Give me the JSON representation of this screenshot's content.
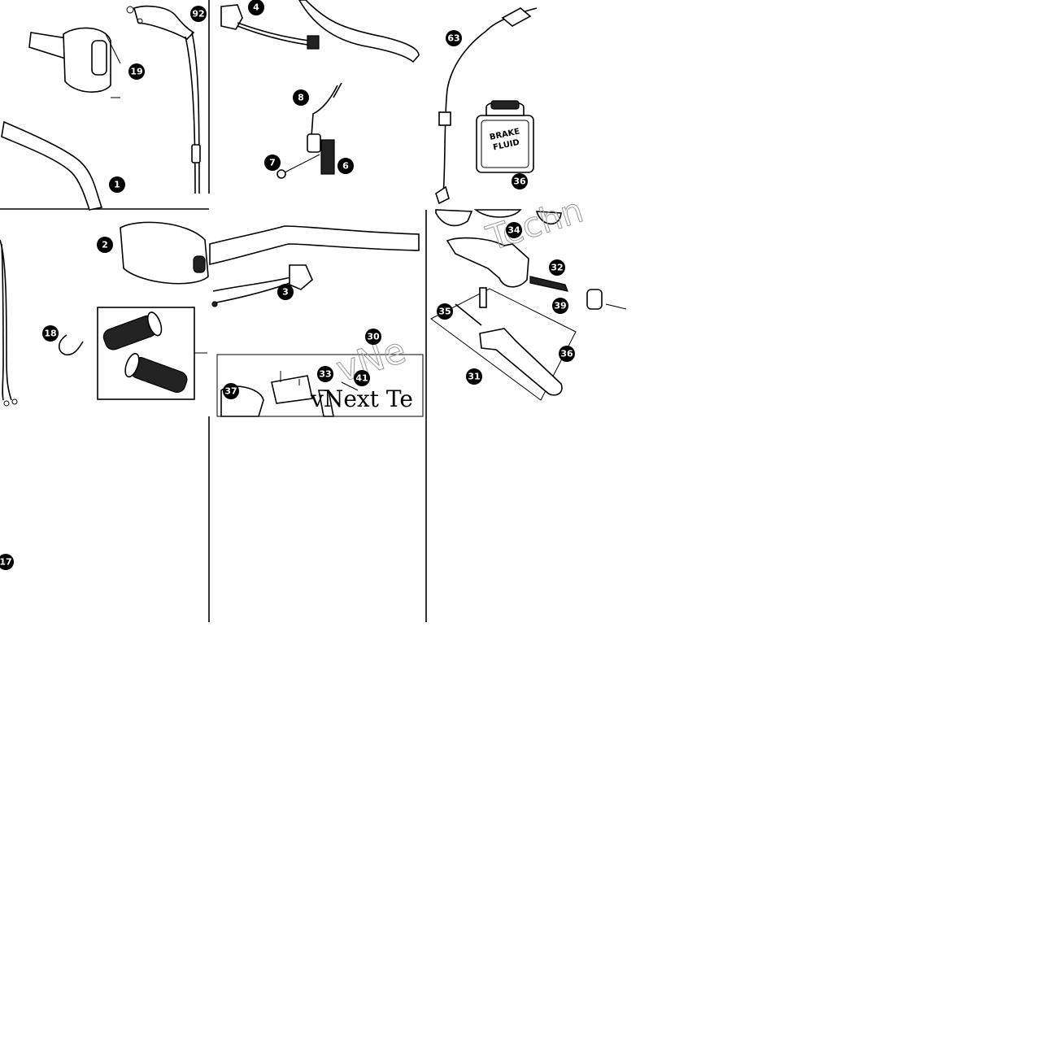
{
  "callouts": {
    "c1": "1",
    "c2": "2",
    "c3": "3",
    "c4": "4",
    "c6": "6",
    "c7": "7",
    "c8": "8",
    "c17": "17",
    "c18": "18",
    "c19": "19",
    "c30": "30",
    "c31": "31",
    "c32": "32",
    "c33": "33",
    "c34": "34",
    "c35": "35",
    "c36a": "36",
    "c36b": "36",
    "c37": "37",
    "c39": "39",
    "c41": "41",
    "c63": "63",
    "c92": "92"
  },
  "brake_fluid_label": {
    "line1": "BRAKE",
    "line2": "FLUID"
  },
  "watermark": {
    "main": "vNext Te",
    "ghost1": "vNe",
    "ghost2": "Techn"
  },
  "icons": {
    "grips": "handlebar-grips-icon",
    "brake_fluid": "brake-fluid-can-icon"
  },
  "colors": {
    "ink": "#000000",
    "paper": "#ffffff",
    "ghost": "#999999"
  }
}
